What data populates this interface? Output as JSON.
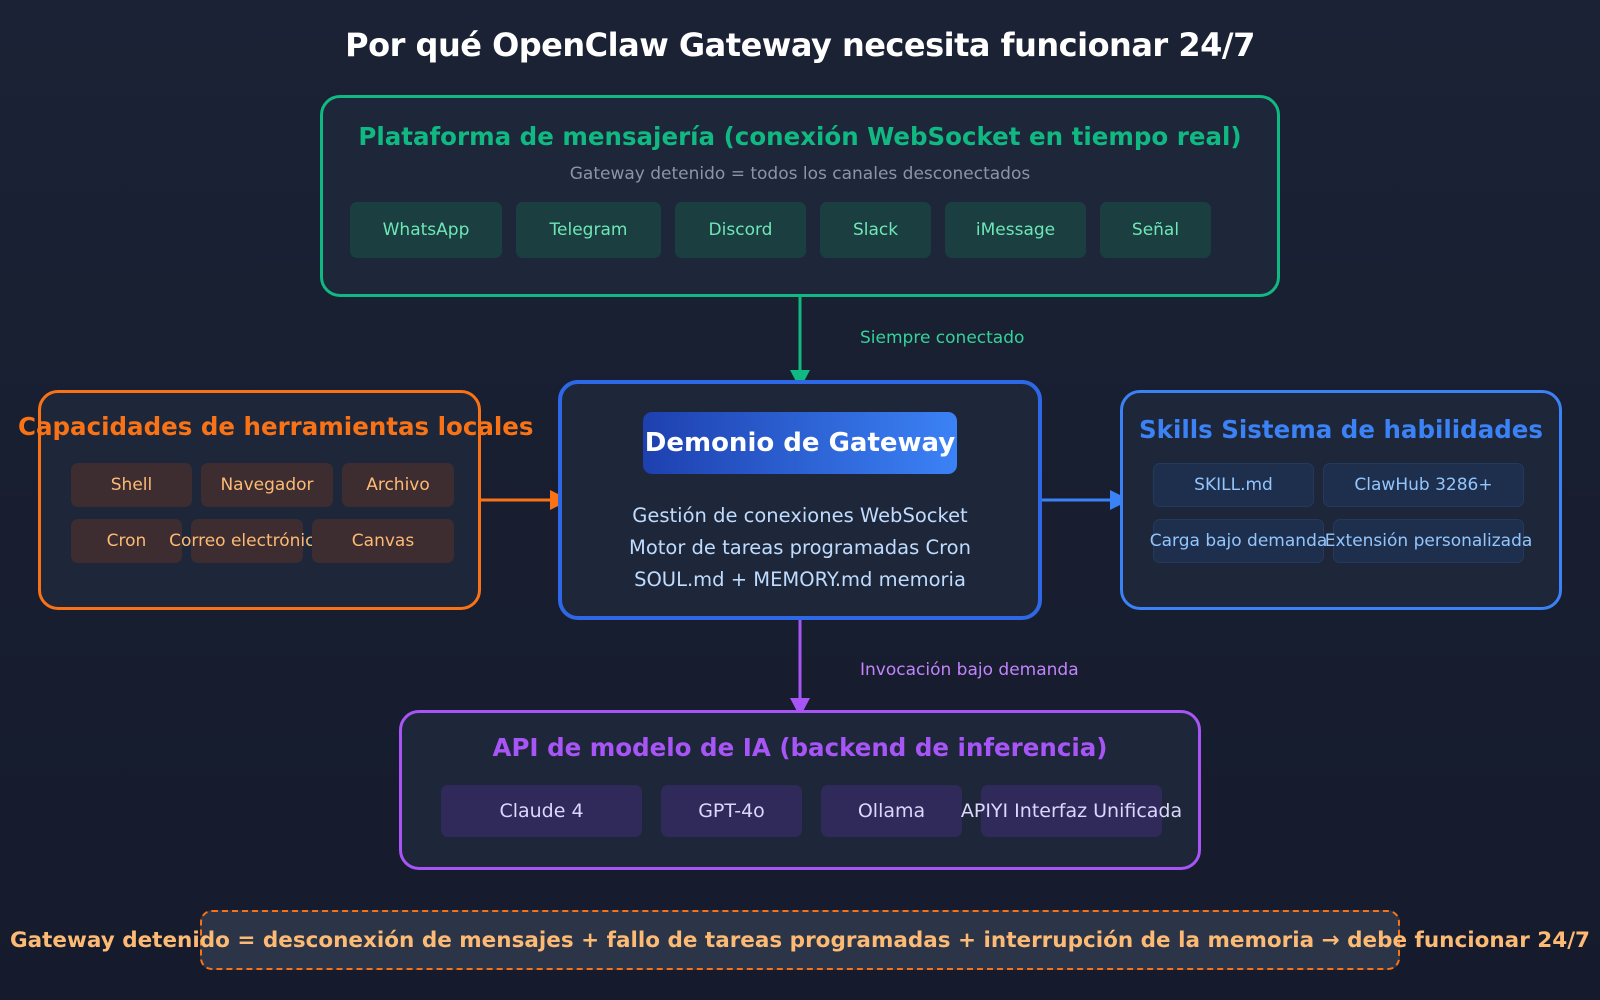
{
  "title": "Por qué OpenClaw Gateway necesita funcionar 24/7",
  "messaging": {
    "title": "Plataforma de mensajería (conexión WebSocket en tiempo real)",
    "subtitle": "Gateway detenido = todos los canales desconectados",
    "channels": [
      "WhatsApp",
      "Telegram",
      "Discord",
      "Slack",
      "iMessage",
      "Señal"
    ],
    "color": "#10b981"
  },
  "tools": {
    "title": "Capacidades de herramientas locales",
    "items": [
      "Shell",
      "Navegador",
      "Archivo",
      "Cron",
      "Correo electrónico",
      "Canvas"
    ],
    "color": "#f97316"
  },
  "core": {
    "title": "Demonio de Gateway",
    "lines": [
      "Gestión de conexiones WebSocket",
      "Motor de tareas programadas Cron",
      "SOUL.md + MEMORY.md memoria"
    ],
    "color": "#3b82f6"
  },
  "skills": {
    "title": "Skills Sistema de habilidades",
    "items": [
      "SKILL.md",
      "ClawHub 3286+",
      "Carga bajo demanda",
      "Extensión personalizada"
    ],
    "color": "#3b82f6"
  },
  "ai": {
    "title": "API de modelo de IA (backend de inferencia)",
    "models": [
      "Claude 4",
      "GPT-4o",
      "Ollama",
      "APIYI Interfaz Unificada"
    ],
    "color": "#a855f7"
  },
  "edges": {
    "messaging_to_core": "Siempre conectado",
    "core_to_ai": "Invocación bajo demanda"
  },
  "footer": "Gateway detenido = desconexión de mensajes + fallo de tareas programadas + interrupción de la memoria → debe funcionar 24/7"
}
